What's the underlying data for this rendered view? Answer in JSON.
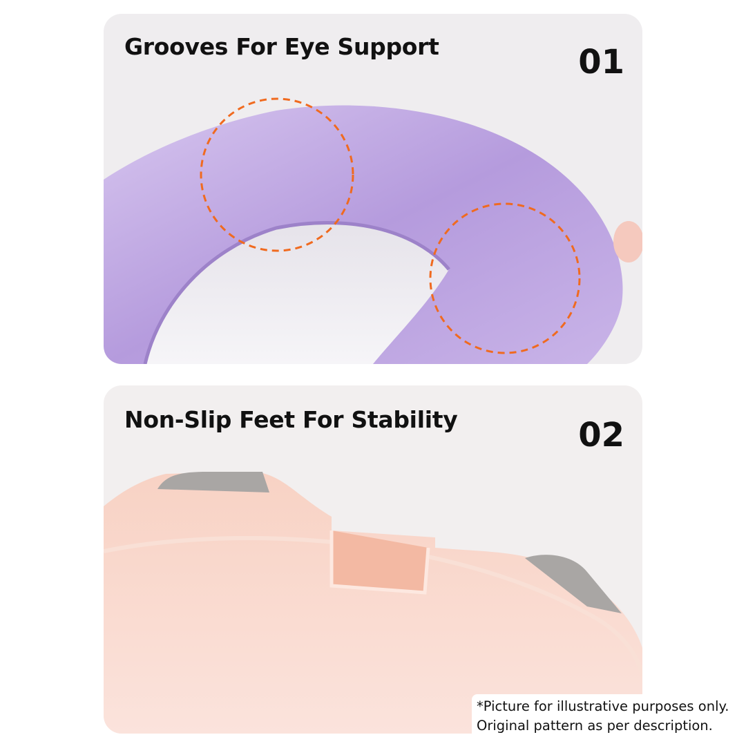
{
  "panels": [
    {
      "title": "Grooves For Eye Support",
      "number": "01",
      "accent": "#f06a1f",
      "product_color": "#b9a2dc"
    },
    {
      "title": "Non-Slip Feet For Stability",
      "number": "02",
      "product_color": "#f6c7b6"
    }
  ],
  "disclaimer": {
    "line1": "*Picture for illustrative purposes only.",
    "line2": "Original pattern as per description."
  }
}
